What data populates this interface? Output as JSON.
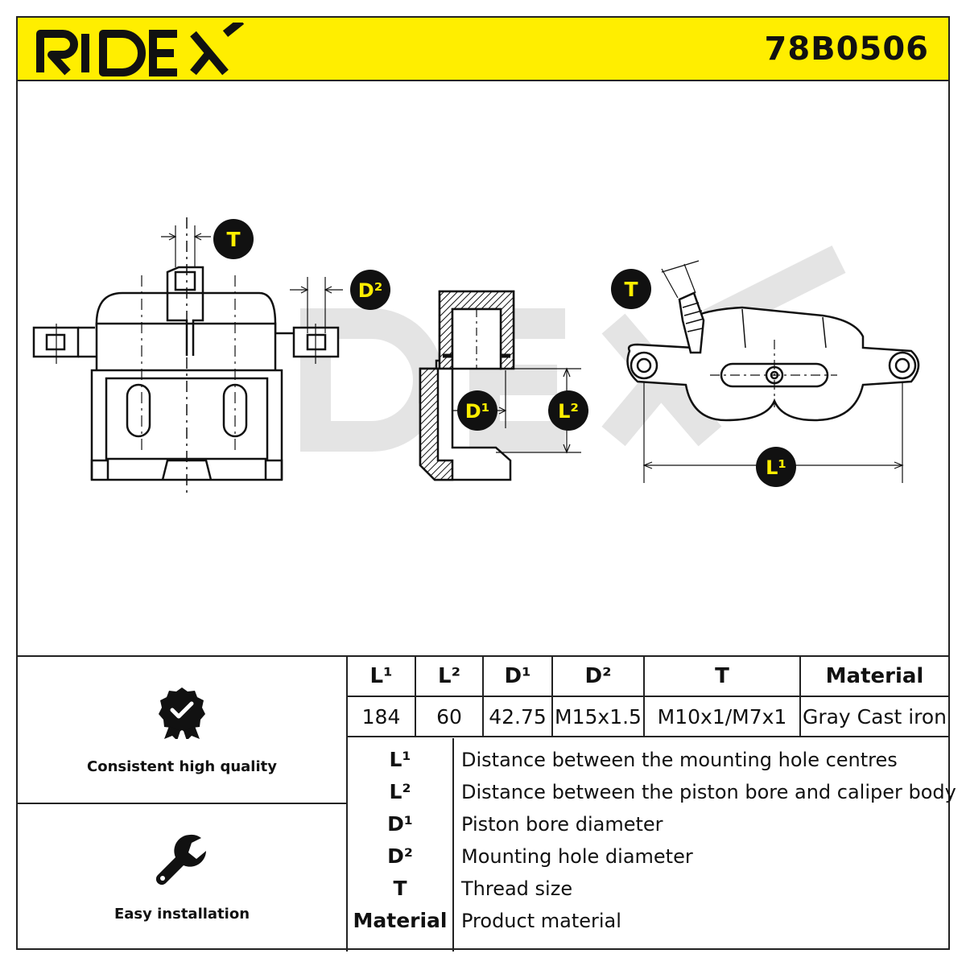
{
  "header": {
    "brand": "RIDEX",
    "part_number": "78B0506"
  },
  "colors": {
    "accent_yellow": "#ffee00",
    "ink": "#111111",
    "watermark": "#e6e6e6"
  },
  "drawing": {
    "labels": {
      "t_front": "T",
      "d2": "D²",
      "d1": "D¹",
      "l2": "L²",
      "t_side": "T",
      "l1": "L¹"
    }
  },
  "features": [
    {
      "icon": "quality-badge-icon",
      "label": "Consistent high quality"
    },
    {
      "icon": "wrench-icon",
      "label": "Easy installation"
    }
  ],
  "spec_table": {
    "headers": [
      "L¹",
      "L²",
      "D¹",
      "D²",
      "T",
      "Material"
    ],
    "values": [
      "184",
      "60",
      "42.75",
      "M15x1.5",
      "M10x1/M7x1",
      "Gray Cast iron"
    ]
  },
  "legend": [
    {
      "key": "L¹",
      "description": "Distance between the mounting hole centres"
    },
    {
      "key": "L²",
      "description": "Distance between the piston bore and caliper body"
    },
    {
      "key": "D¹",
      "description": "Piston bore diameter"
    },
    {
      "key": "D²",
      "description": "Mounting hole diameter"
    },
    {
      "key": "T",
      "description": "Thread size"
    },
    {
      "key": "Material",
      "description": "Product material"
    }
  ]
}
